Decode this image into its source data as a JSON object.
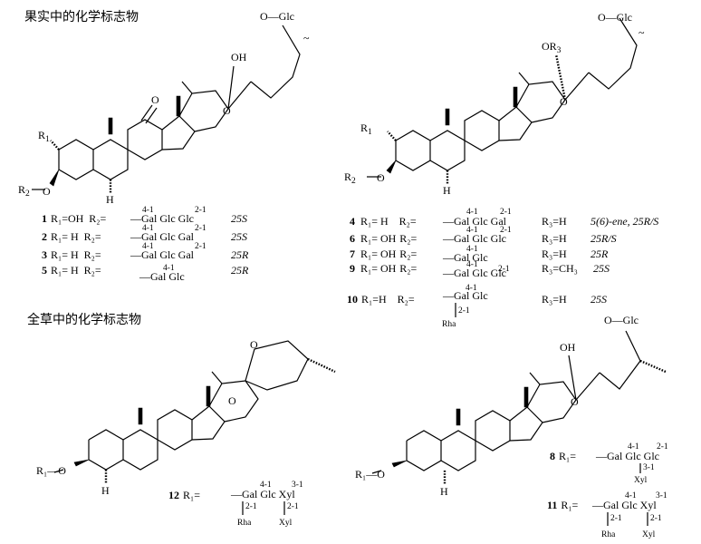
{
  "headings": {
    "fruit": "果实中的化学标志物",
    "whole_herb": "全草中的化学标志物"
  },
  "atoms": {
    "o": "O",
    "oh": "OH",
    "h": "H",
    "r1": "R",
    "r1_sub": "1",
    "r2": "R",
    "r2_sub": "2",
    "o_glc": "O—Glc",
    "or3": "OR",
    "r3_sub": "3",
    "r1_o": "R₁—O"
  },
  "sugars": {
    "gal": "Gal",
    "glc": "Glc",
    "xyl": "Xyl",
    "rha": "Rha",
    "link_41": "4-1",
    "link_21": "2-1",
    "link_31": "3-1"
  },
  "compounds_top_left": [
    {
      "num": "1",
      "r1": "R₁=OH",
      "r2": "R₂=",
      "chain": "—Gal⁴⁻¹Glc²⁻¹Glc",
      "config": "25S"
    },
    {
      "num": "2",
      "r1": "R₁= H",
      "r2": "R₂=",
      "chain": "—Gal⁴⁻¹Glc²⁻¹Gal",
      "config": "25S"
    },
    {
      "num": "3",
      "r1": "R₁= H",
      "r2": "R₂=",
      "chain": "—Gal⁴⁻¹Glc²⁻¹Gal",
      "config": "25R"
    },
    {
      "num": "5",
      "r1": "R₁= H",
      "r2": "R₂=",
      "chain": "—Gal⁴⁻¹Glc",
      "config": "25R"
    }
  ],
  "compounds_top_right": [
    {
      "num": "4",
      "r1": "R₁= H",
      "r2": "R₂=",
      "r3": "R₃=H",
      "config": "5(6)-ene, 25R/S"
    },
    {
      "num": "6",
      "r1": "R₁= OH",
      "r2": "R₂=",
      "r3": "R₃=H",
      "config": "25R/S"
    },
    {
      "num": "7",
      "r1": "R₁= OH",
      "r2": "R₂=",
      "r3": "R₃=H",
      "config": "25R"
    },
    {
      "num": "9",
      "r1": "R₁= OH",
      "r2": "R₂=",
      "r3": "R₃=CH₃",
      "config": "25S"
    },
    {
      "num": "10",
      "r1": "R₁=H",
      "r2": "R₂=",
      "r3": "R₃=H",
      "config": "25S"
    }
  ],
  "compounds_bottom": [
    {
      "num": "12",
      "r1": "R₁="
    },
    {
      "num": "8",
      "r1": "R₁="
    },
    {
      "num": "11",
      "r1": "R₁="
    }
  ],
  "colors": {
    "ink": "#000000",
    "background": "#ffffff"
  }
}
